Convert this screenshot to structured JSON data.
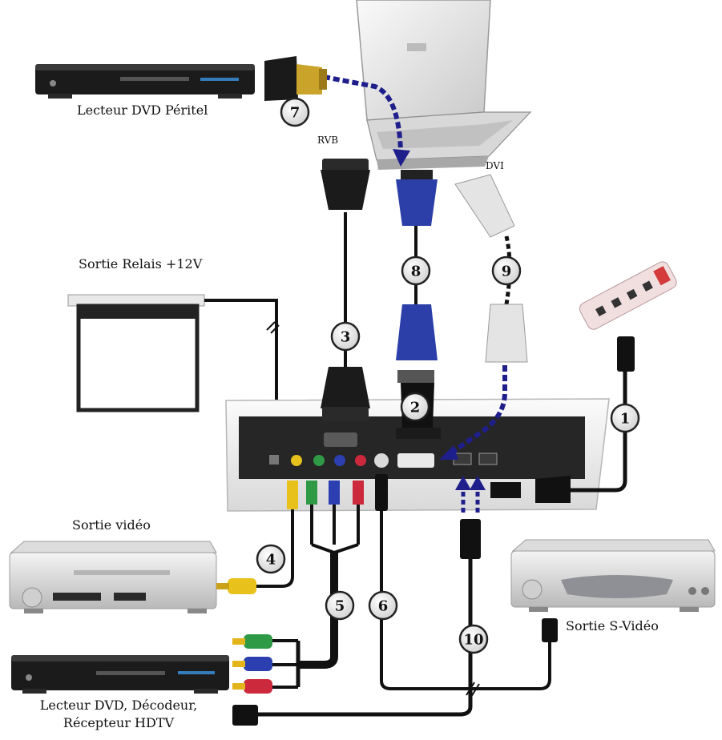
{
  "labels": {
    "dvd_peritel": "Lecteur DVD Péritel",
    "rvb": "RVB",
    "dvi": "DVI",
    "relais": "Sortie Relais +12V",
    "video_out": "Sortie vidéo",
    "svideo_out": "Sortie S-Vidéo",
    "dvd_decoder_line1": "Lecteur DVD, Décodeur,",
    "dvd_decoder_line2": "Récepteur HDTV"
  },
  "callouts": [
    "1",
    "2",
    "3",
    "4",
    "5",
    "6",
    "7",
    "8",
    "9",
    "10"
  ],
  "colors": {
    "cable": "#111111",
    "dashed_link": "#1f1f8c",
    "vga_blue": "#2c3fa8",
    "dvi_gray": "#e4e4e4",
    "rca_yellow": "#e8c21a",
    "rca_green": "#2f9a46",
    "rca_blue": "#2c3fb0",
    "rca_red": "#cc2a3c",
    "projector_body": "#f1f1f1",
    "projector_panel": "#262626"
  }
}
